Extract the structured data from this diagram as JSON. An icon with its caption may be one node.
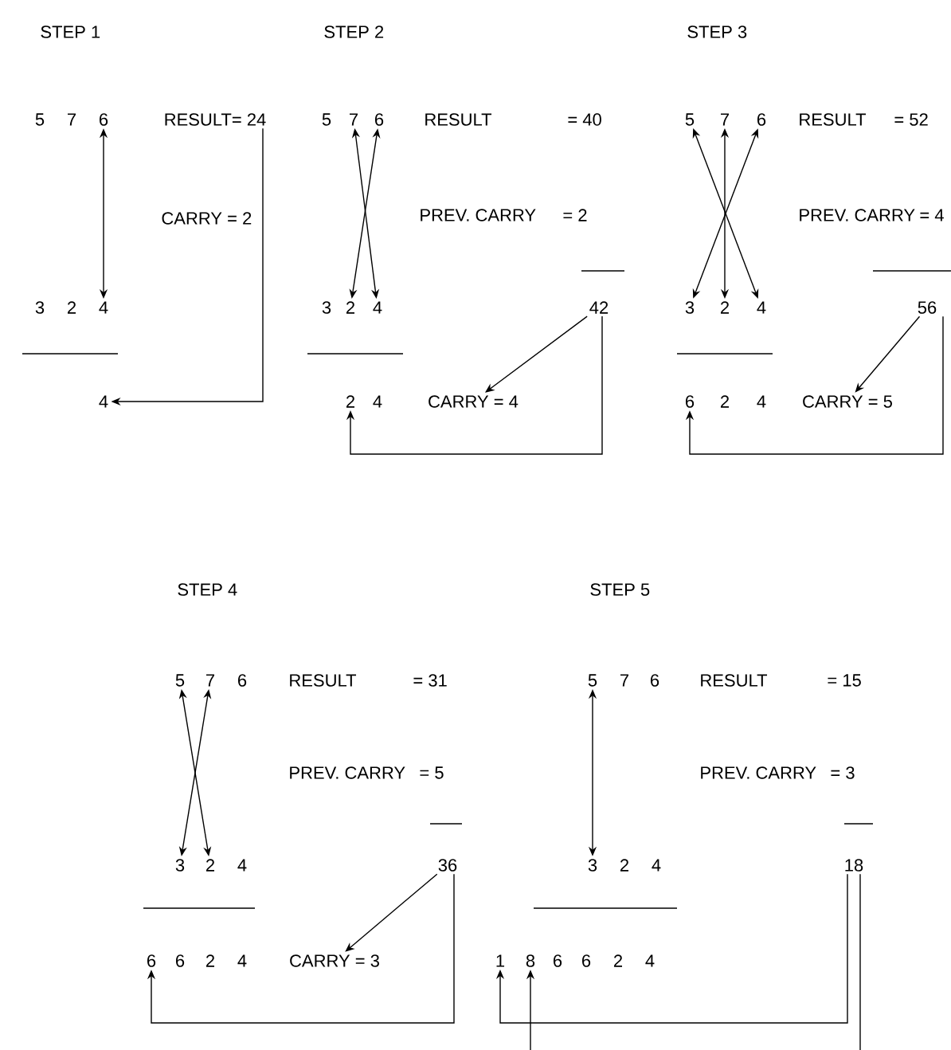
{
  "diagram": {
    "nodes": [
      {
        "text": [
          "5"
        ]
      },
      {
        "text": [
          "7"
        ]
      },
      {
        "text": [
          "6"
        ]
      },
      {
        "text": [
          "3"
        ]
      },
      {
        "text": [
          "2"
        ]
      },
      {
        "text": [
          "4"
        ]
      },
      {
        "text": [
          "RESULT= 24"
        ]
      },
      {
        "text": [
          "4"
        ]
      },
      {
        "text": [
          "5"
        ]
      },
      {
        "text": [
          "7"
        ]
      },
      {
        "text": [
          "6"
        ]
      },
      {
        "text": [
          "3"
        ]
      },
      {
        "text": [
          "2"
        ]
      },
      {
        "text": [
          "4"
        ]
      },
      {
        "text": [
          "42"
        ]
      },
      {
        "text": [
          "2"
        ]
      },
      {
        "text": [
          "4"
        ]
      },
      {
        "text": [
          "CARRY = 4"
        ]
      },
      {
        "text": [
          "5"
        ]
      },
      {
        "text": [
          "7"
        ]
      },
      {
        "text": [
          "6"
        ]
      },
      {
        "text": [
          "3"
        ]
      },
      {
        "text": [
          "2"
        ]
      },
      {
        "text": [
          "4"
        ]
      },
      {
        "text": [
          "56"
        ]
      },
      {
        "text": [
          "6"
        ]
      },
      {
        "text": [
          "2"
        ]
      },
      {
        "text": [
          "4"
        ]
      },
      {
        "text": [
          "CARRY = 5"
        ]
      },
      {
        "text": [
          "5"
        ]
      },
      {
        "text": [
          "7"
        ]
      },
      {
        "text": [
          "6"
        ]
      },
      {
        "text": [
          "3"
        ]
      },
      {
        "text": [
          "2"
        ]
      },
      {
        "text": [
          "4"
        ]
      },
      {
        "text": [
          "36"
        ]
      },
      {
        "text": [
          "6"
        ]
      },
      {
        "text": [
          "6"
        ]
      },
      {
        "text": [
          "2"
        ]
      },
      {
        "text": [
          "4"
        ]
      },
      {
        "text": [
          "CARRY = 3"
        ]
      },
      {
        "text": [
          "5"
        ]
      },
      {
        "text": [
          "7"
        ]
      },
      {
        "text": [
          "6"
        ]
      },
      {
        "text": [
          "3"
        ]
      },
      {
        "text": [
          "2"
        ]
      },
      {
        "text": [
          "4"
        ]
      },
      {
        "text": [
          "18"
        ]
      },
      {
        "text": [
          "1"
        ]
      },
      {
        "text": [
          "8"
        ]
      },
      {
        "text": [
          "6"
        ]
      },
      {
        "text": [
          "6"
        ]
      },
      {
        "text": [
          "2"
        ]
      },
      {
        "text": [
          "4"
        ]
      }
    ],
    "edges": [
      {
        "from": 2,
        "to": 5,
        "arrow": "both"
      },
      {
        "from": 6,
        "to": 7,
        "arrow": "to"
      },
      {
        "from": 9,
        "to": 13,
        "arrow": "both"
      },
      {
        "from": 10,
        "to": 12,
        "arrow": "both"
      },
      {
        "from": 14,
        "to": 17,
        "arrow": "to"
      },
      {
        "from": 14,
        "to": 15,
        "arrow": "to"
      },
      {
        "from": 18,
        "to": 23,
        "arrow": "both"
      },
      {
        "from": 19,
        "to": 22,
        "arrow": "both"
      },
      {
        "from": 20,
        "to": 21,
        "arrow": "both"
      },
      {
        "from": 24,
        "to": 28,
        "arrow": "to"
      },
      {
        "from": 24,
        "to": 25,
        "arrow": "to"
      },
      {
        "from": 29,
        "to": 33,
        "arrow": "both"
      },
      {
        "from": 30,
        "to": 32,
        "arrow": "both"
      },
      {
        "from": 35,
        "to": 40,
        "arrow": "to"
      },
      {
        "from": 35,
        "to": 36,
        "arrow": "to"
      },
      {
        "from": 41,
        "to": 44,
        "arrow": "both"
      },
      {
        "from": 47,
        "to": 48,
        "arrow": "to"
      },
      {
        "from": 47,
        "to": null,
        "arrow": "none"
      },
      {
        "from": null,
        "to": 49,
        "arrow": "to"
      }
    ],
    "labels": [
      "STEP 1",
      "CARRY = 2",
      "STEP 2",
      "RESULT",
      "= 40",
      "PREV. CARRY",
      "= 2",
      "STEP 3",
      "RESULT",
      "= 52",
      "PREV. CARRY",
      "= 4",
      "STEP 4",
      "RESULT",
      "= 31",
      "PREV. CARRY",
      "= 5",
      "STEP 5",
      "RESULT",
      "= 15",
      "PREV. CARRY",
      "= 3"
    ]
  }
}
